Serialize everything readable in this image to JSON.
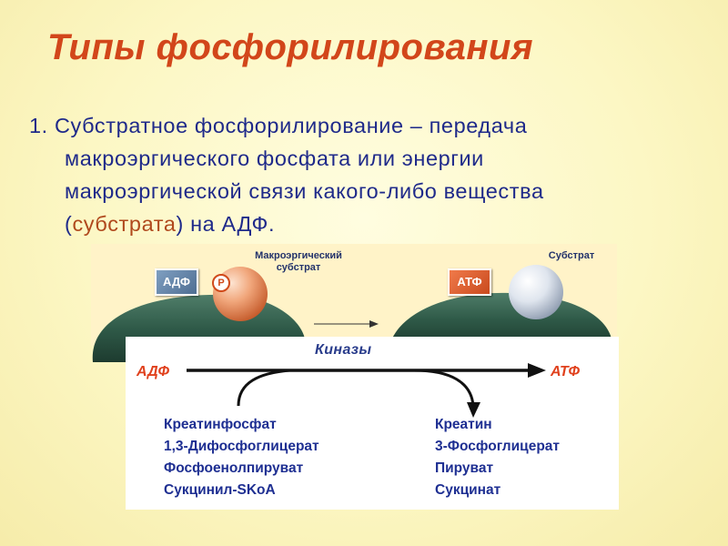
{
  "title": "Типы фосфорилирования",
  "paragraph": {
    "number": "1.",
    "line1": "Субстратное фосфорилирование – передача",
    "line2": "макроэргического фосфата или энергии",
    "line3": "макроэргической связи какого-либо вещества",
    "line4_open": "(",
    "line4_highlight": "субстрата",
    "line4_rest": ") на АДФ."
  },
  "diagram": {
    "adp_box": "АДФ",
    "p_label": "Р",
    "label_substrate_macro": [
      "Макроэргический",
      "субстрат"
    ],
    "atp_box": "АТФ",
    "label_substrate": "Субстрат",
    "kinases": "Киназы",
    "eq_left": "АДФ",
    "eq_right": "АТФ",
    "left_list": [
      "Креатинфосфат",
      "1,3-Дифосфоглицерат",
      "Фосфоенолпируват",
      "Сукцинил-SKoA"
    ],
    "right_list": [
      "Креатин",
      "3-Фосфоглицерат",
      "Пируват",
      "Сукцинат"
    ]
  },
  "colors": {
    "title": "#d2461a",
    "text": "#1f2a8a",
    "highlight": "#b0491d",
    "enzyme": "#2f5a48",
    "arrow": "#111111",
    "list": "#1e2f92"
  }
}
